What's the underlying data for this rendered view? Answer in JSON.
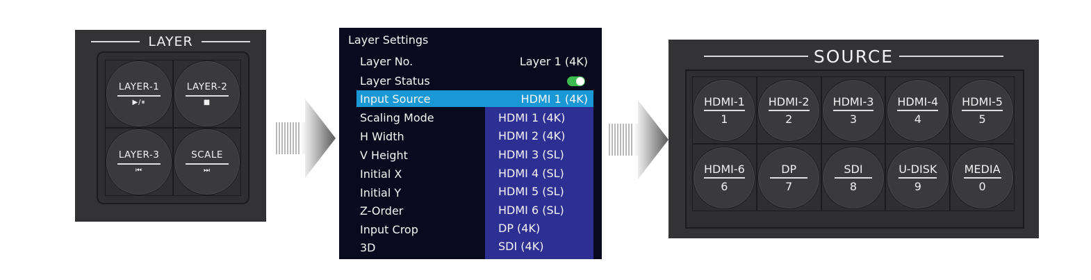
{
  "layer_panel": {
    "title": "LAYER",
    "buttons": [
      {
        "label": "LAYER-1",
        "sub": "▶︎/⏸"
      },
      {
        "label": "LAYER-2",
        "sub": "■"
      },
      {
        "label": "LAYER-3",
        "sub": "⏮"
      },
      {
        "label": "SCALE",
        "sub": "⏭"
      }
    ]
  },
  "settings": {
    "title": "Layer Settings",
    "items": [
      {
        "label": "Layer No.",
        "value": "Layer 1 (4K)"
      },
      {
        "label": "Layer Status",
        "value": "on"
      },
      {
        "label": "Input Source",
        "value": "HDMI 1 (4K)"
      },
      {
        "label": "Scaling Mode"
      },
      {
        "label": "H Width"
      },
      {
        "label": "V Height"
      },
      {
        "label": "Initial X"
      },
      {
        "label": "Initial Y"
      },
      {
        "label": "Z-Order"
      },
      {
        "label": "Input Crop"
      },
      {
        "label": "3D"
      }
    ],
    "highlight_color": "#1a98d6",
    "dropdown_options": [
      "HDMI 1 (4K)",
      "HDMI 2 (4K)",
      "HDMI 3 (SL)",
      "HDMI 4 (SL)",
      "HDMI 5 (SL)",
      "HDMI 6 (SL)",
      "DP (4K)",
      "SDI (4K)"
    ]
  },
  "source_panel": {
    "title": "SOURCE",
    "buttons": [
      {
        "label": "HDMI-1",
        "sub": "1"
      },
      {
        "label": "HDMI-2",
        "sub": "2"
      },
      {
        "label": "HDMI-3",
        "sub": "3"
      },
      {
        "label": "HDMI-4",
        "sub": "4"
      },
      {
        "label": "HDMI-5",
        "sub": "5"
      },
      {
        "label": "HDMI-6",
        "sub": "6"
      },
      {
        "label": "DP",
        "sub": "7"
      },
      {
        "label": "SDI",
        "sub": "8"
      },
      {
        "label": "U-DISK",
        "sub": "9"
      },
      {
        "label": "MEDIA",
        "sub": "0"
      }
    ]
  }
}
